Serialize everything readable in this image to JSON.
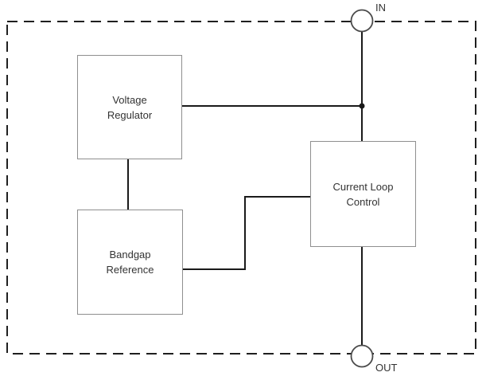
{
  "diagram": {
    "type": "block-diagram",
    "pins": {
      "in_label": "IN",
      "out_label": "OUT"
    },
    "blocks": [
      {
        "id": "voltage-regulator",
        "label": "Voltage Regulator"
      },
      {
        "id": "bandgap-reference",
        "label": "Bandgap Reference"
      },
      {
        "id": "current-loop-control",
        "label": "Current Loop Control"
      }
    ],
    "connections": [
      "IN pin -> junction -> Current Loop Control (top)",
      "Voltage Regulator (right) -> junction on IN line",
      "Voltage Regulator (bottom) -> Bandgap Reference (top)",
      "Bandgap Reference (right) -> Current Loop Control (left)",
      "Current Loop Control (bottom) -> OUT pin"
    ],
    "colors": {
      "background": "#ffffff",
      "wire": "#1a1a1a",
      "block_border": "#8f8f8f",
      "boundary_dash": "#1f1f1f",
      "text": "#333333"
    }
  }
}
